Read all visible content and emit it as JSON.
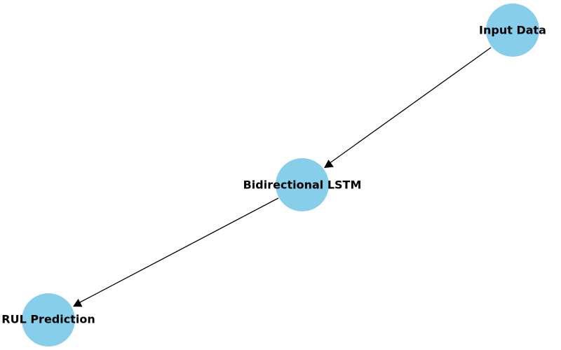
{
  "diagram": {
    "type": "directed-graph",
    "colors": {
      "node_fill": "#87ceeb",
      "edge": "#000000",
      "label": "#000000"
    },
    "nodes": [
      {
        "id": "input",
        "label": "Input Data"
      },
      {
        "id": "lstm",
        "label": "Bidirectional LSTM"
      },
      {
        "id": "rul",
        "label": "RUL Prediction"
      }
    ],
    "edges": [
      {
        "from": "input",
        "to": "lstm"
      },
      {
        "from": "lstm",
        "to": "rul"
      }
    ]
  }
}
